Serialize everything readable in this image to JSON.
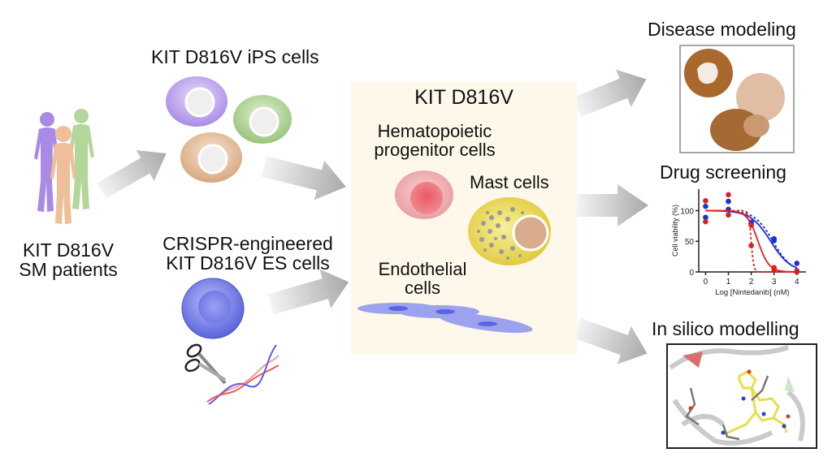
{
  "patients": {
    "line1": "KIT D816V",
    "line2": "SM patients"
  },
  "ips": {
    "title": "KIT D816V iPS cells"
  },
  "es": {
    "line1": "CRISPR-engineered",
    "line2": "KIT D816V ES cells"
  },
  "center": {
    "title": "KIT D816V",
    "hpc_line1": "Hematopoietic",
    "hpc_line2": "progenitor cells",
    "mast": "Mast cells",
    "endo_line1": "Endothelial",
    "endo_line2": "cells"
  },
  "outputs": {
    "disease": "Disease modeling",
    "drug": "Drug screening",
    "silico": "In silico modelling"
  },
  "colors": {
    "center_bg": "#fdf8ea",
    "red": "#e0201e",
    "blue": "#1c2fd6",
    "purple": "#a98be6",
    "green": "#a9d08e",
    "peach": "#e8b894"
  },
  "chart_data": {
    "type": "line",
    "title": "Drug screening",
    "xlabel": "Log [Nintedanib] (nM)",
    "ylabel": "Cell viability (%)",
    "xlim": [
      -0.3,
      4.4
    ],
    "ylim": [
      0,
      135
    ],
    "xticks": [
      "0",
      "1",
      "2",
      "3",
      "4"
    ],
    "yticks": [
      "0",
      "50",
      "100"
    ],
    "series": [
      {
        "name": "blue-points",
        "color": "#1c2fd6",
        "points": [
          [
            0,
            107
          ],
          [
            0,
            89
          ],
          [
            1,
            115
          ],
          [
            1,
            102
          ],
          [
            2,
            81
          ],
          [
            2,
            79
          ],
          [
            3,
            54
          ],
          [
            3,
            51
          ],
          [
            4,
            14
          ],
          [
            4,
            2
          ]
        ]
      },
      {
        "name": "red-points",
        "color": "#e0201e",
        "points": [
          [
            0,
            116
          ],
          [
            0,
            82
          ],
          [
            1,
            126
          ],
          [
            1,
            93
          ],
          [
            2,
            76
          ],
          [
            2,
            43
          ],
          [
            3,
            7
          ],
          [
            3,
            4
          ],
          [
            4,
            1
          ],
          [
            4,
            0
          ]
        ]
      },
      {
        "name": "blue-fit",
        "color": "#1c2fd6",
        "style": "solid",
        "top": 100,
        "ic50": 2.85,
        "hill": 1.0
      },
      {
        "name": "blue-fit-dashed",
        "color": "#1c2fd6",
        "style": "dashed",
        "top": 100,
        "ic50": 2.95,
        "hill": 1.1
      },
      {
        "name": "red-fit",
        "color": "#e0201e",
        "style": "solid",
        "top": 100,
        "ic50": 2.3,
        "hill": 1.8
      },
      {
        "name": "red-fit-dashed",
        "color": "#e0201e",
        "style": "dashed",
        "top": 100,
        "ic50": 2.0,
        "hill": 8
      }
    ]
  }
}
